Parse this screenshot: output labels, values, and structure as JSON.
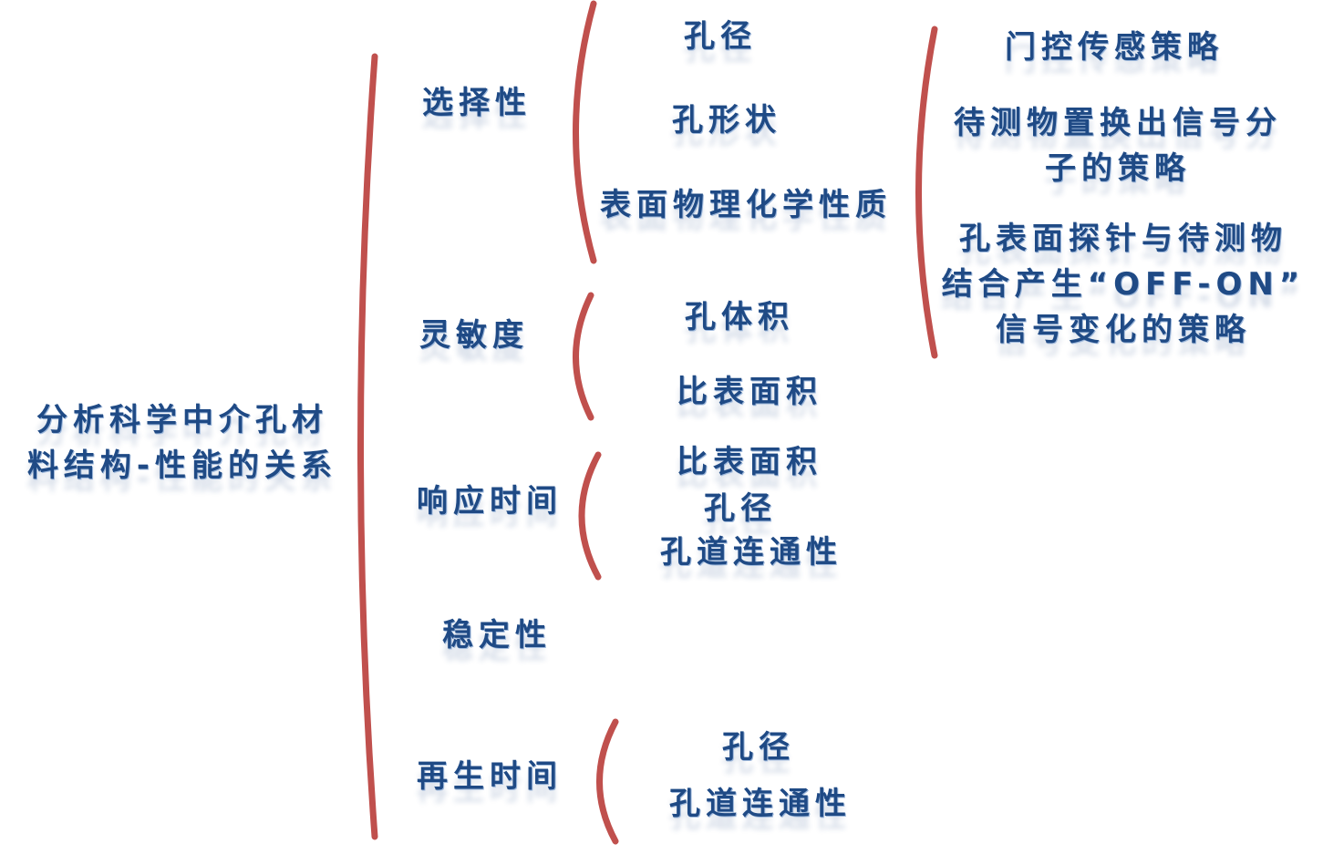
{
  "root": {
    "line1": "分析科学中介孔材",
    "line2": "料结构-性能的关系"
  },
  "categories": [
    {
      "label": "选择性",
      "items": [
        "孔径",
        "孔形状",
        "表面物理化学性质"
      ]
    },
    {
      "label": "灵敏度",
      "items": [
        "孔体积",
        "比表面积"
      ]
    },
    {
      "label": "响应时间",
      "items": [
        "比表面积",
        "孔径",
        "孔道连通性"
      ]
    },
    {
      "label": "稳定性",
      "items": []
    },
    {
      "label": "再生时间",
      "items": [
        "孔径",
        "孔道连通性"
      ]
    }
  ],
  "strategies": {
    "s1": "门控传感策略",
    "s2_line1": "待测物置换出信号分",
    "s2_line2": "子的策略",
    "s3_line1": "孔表面探针与待测物",
    "s3_line2": "结合产生“OFF-ON”",
    "s3_line3": "信号变化的策略"
  },
  "colors": {
    "text": "#1f4a85",
    "bracket": "#c0504d"
  }
}
